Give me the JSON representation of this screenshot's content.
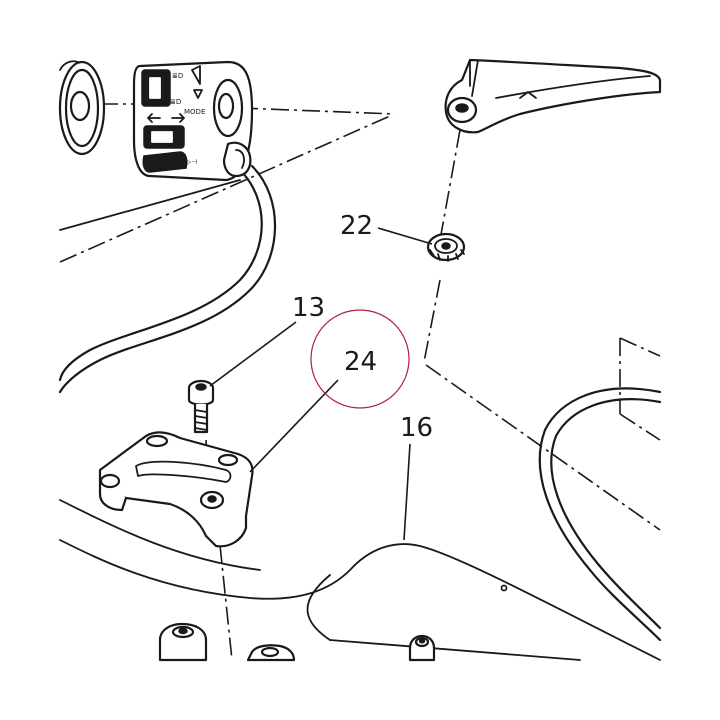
{
  "callouts": {
    "c13": "13",
    "c16": "16",
    "c22": "22",
    "c24": "24"
  },
  "switch_labels": {
    "mode": "MODE"
  },
  "colors": {
    "ink": "#1a1a1a",
    "highlight_circle": "#b0203a",
    "background": "#ffffff"
  },
  "highlighted_callout": "24"
}
